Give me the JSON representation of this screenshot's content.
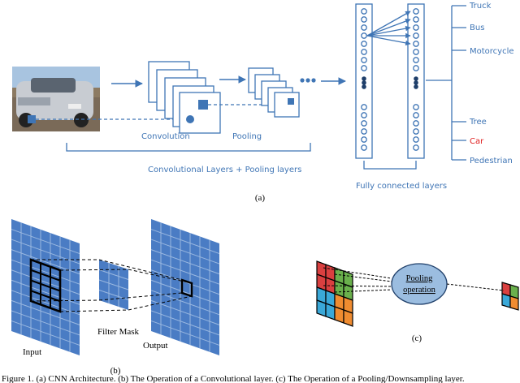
{
  "panel_a": {
    "label_convolution": "Convolution",
    "label_pooling": "Pooling",
    "label_layers": "Convolutional Layers + Pooling layers",
    "label_fc": "Fully connected layers",
    "outputs": [
      "Truck",
      "Bus",
      "Motorcycle",
      "Tree",
      "Car",
      "Pedestrian"
    ],
    "highlight_output": "Car",
    "caption": "(a)"
  },
  "panel_b": {
    "label_input": "Input",
    "label_filter": "Filter Mask",
    "label_output": "Output",
    "caption": "(b)"
  },
  "panel_c": {
    "pooling_label_line1": "Pooling",
    "pooling_label_line2": "operation",
    "caption": "(c)"
  },
  "figure_caption": "Figure 1. (a) CNN Architecture. (b) The Operation of a Convolutional layer. (c) The Operation of a Pooling/Downsampling layer.",
  "colors": {
    "accent": "#3f75b5",
    "grid_blue": "#4a7cc4",
    "highlight_red": "#e02020",
    "pool_red": "#d94040",
    "pool_green": "#6ab04c",
    "pool_orange": "#f08c30",
    "pool_cyan": "#3aa8d8"
  }
}
